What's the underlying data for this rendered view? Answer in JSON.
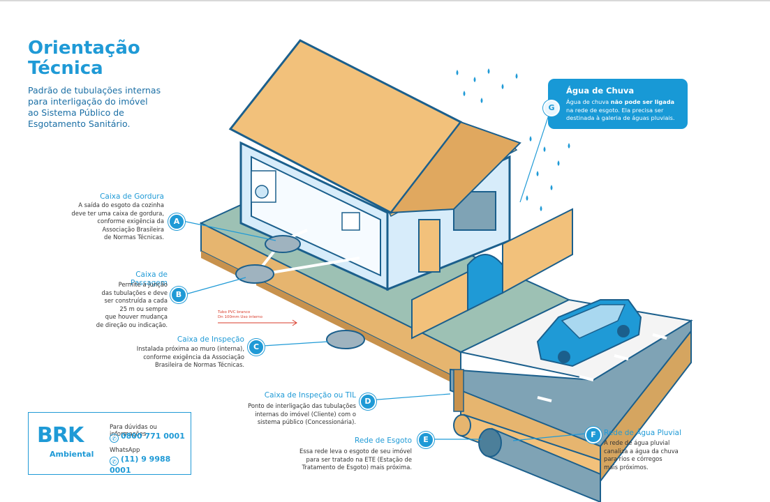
{
  "header": {
    "title_line1": "Orientação",
    "title_line2": "Técnica",
    "subtitle_1": "Padrão de tubulações internas",
    "subtitle_2": "para interligação do imóvel",
    "subtitle_3": "ao Sistema Público de",
    "subtitle_4": "Esgotamento Sanitário."
  },
  "callouts": {
    "a": {
      "badge": "A",
      "title": "Caixa de Gordura",
      "lines": [
        "A saída do esgoto da cozinha",
        "deve ter uma caixa de gordura,",
        "conforme exigência da",
        "Associação Brasileira",
        "de Normas Técnicas."
      ]
    },
    "b": {
      "badge": "B",
      "title": "Caixa de Passagem",
      "lines": [
        "Permite a junção",
        "das tubulações e deve",
        "ser construída a cada",
        "25 m ou sempre",
        "que houver mudança",
        "de direção ou indicação."
      ]
    },
    "c": {
      "badge": "C",
      "title": "Caixa de Inspeção",
      "lines": [
        "Instalada próxima ao muro (interna),",
        "conforme exigência da Associação",
        "Brasileira de Normas Técnicas."
      ]
    },
    "d": {
      "badge": "D",
      "title": "Caixa de Inspeção ou TIL",
      "lines": [
        "Ponto de interligação das tubulações",
        "internas do imóvel (Cliente) com o",
        "sistema público (Concessionária)."
      ]
    },
    "e": {
      "badge": "E",
      "title": "Rede de Esgoto",
      "lines": [
        "Essa rede leva o esgoto de seu imóvel",
        "para ser tratado na ETE  (Estação de",
        "Tratamento de Esgoto) mais próxima."
      ]
    },
    "f": {
      "badge": "F",
      "title": "Rede de Água Pluvial",
      "lines": [
        "A rede de água pluvial",
        "canaliza a água da chuva",
        "para rios e córregos",
        "mais próximos."
      ]
    },
    "g": {
      "badge": "G",
      "title": "Água de Chuva",
      "text_1": "Água de chuva ",
      "text_bold": "não pode ser ligada",
      "text_2": "na rede de esgoto. Ela precisa ser",
      "text_3": "destinada à galeria de águas pluviais."
    }
  },
  "pipe_tag": {
    "line1": "Tubo PVC branco",
    "line2": "Dn 100mm Uso interno"
  },
  "contact": {
    "logo": "BRK",
    "logo_sub": "Ambiental",
    "info_label": "Para dúvidas ou informações",
    "phone": "0800 771 0001",
    "whatsapp_label": "WhatsApp",
    "whatsapp_number": "(11) 9 9988 0001"
  },
  "colors": {
    "accent": "#1f9ad6",
    "wall": "#d7ecfa",
    "roof": "#f2c17b",
    "soil": "#e6b56f",
    "grass": "#8fb5a8",
    "street": "#7fa3b5"
  },
  "icons": [
    "phone-icon",
    "whatsapp-icon",
    "raindrop-icon"
  ]
}
